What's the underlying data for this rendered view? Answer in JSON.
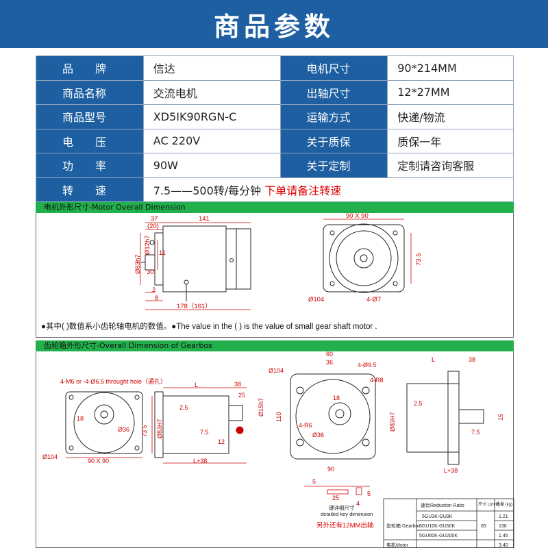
{
  "header": {
    "title": "商品参数"
  },
  "specs": [
    {
      "l1": "品　　牌",
      "v1": "信达",
      "l2": "电机尺寸",
      "v2": "90*214MM"
    },
    {
      "l1": "商品名称",
      "v1": "交流电机",
      "l2": "出轴尺寸",
      "v2": "12*27MM"
    },
    {
      "l1": "商品型号",
      "v1": "XD5IK90RGN-C",
      "l2": "运输方式",
      "v2": "快递/物流"
    },
    {
      "l1": "电　　压",
      "v1": "AC 220V",
      "l2": "关于质保",
      "v2": "质保一年"
    },
    {
      "l1": "功　　率",
      "v1": "90W",
      "l2": "关于定制",
      "v2": "定制请咨询客服"
    }
  ],
  "speed": {
    "label": "转　　速",
    "value": "7.5——500转/每分钟",
    "note": "下单请备注转速"
  },
  "section1": {
    "title": "电机外形尺寸-Motor  Overall  Dimension",
    "dims": {
      "d37": "37",
      "d141": "141",
      "d20": "(20)",
      "d12h7": "Ø12h7",
      "d11": "11",
      "d83h7": "Ø83h7",
      "d30": "30",
      "d2": "2",
      "d8": "8",
      "d178": "178（161）",
      "d90x90": "90 X 90",
      "d735": "73.5",
      "d104": "Ø104",
      "d4phi7": "4-Ø7"
    },
    "note": "●其中( )数值系小齿轮轴电机的数值。●The value in the ( ) is the value of small gear shaft motor ."
  },
  "section2": {
    "title": "齿轮箱外形尺寸-Overall  Dimension  of  Gearbox",
    "dims": {
      "holes": "4-M6 or -4-Ø6.5 throught hole（通孔）",
      "L": "L",
      "d38": "38",
      "d25": "25",
      "d15h7": "Ø15h7",
      "d25b": "2.5",
      "d18": "18",
      "d36": "Ø36",
      "d735": "73.5",
      "d83h7": "Ø83H7",
      "d75": "7.5",
      "d12": "12",
      "d104": "Ø104",
      "d90x90": "90 X 90",
      "dL38": "L+38",
      "d60": "60",
      "dc36": "36",
      "d4phi95": "4-Ø9.5",
      "d4r8": "4-R8",
      "d110": "110",
      "d4r6": "4-R6",
      "d90": "90",
      "dr38": "38",
      "d15": "15",
      "d5": "5",
      "d4": "4",
      "keyLabel": "键详细尺寸",
      "keyLabelEn": "detailed key dimension",
      "extra": "另外还有12MM出轴"
    }
  },
  "ratio_table": {
    "headers": {
      "ratio": "速比Reduction Ratio",
      "size": "尺寸 L(mm)",
      "weight": "质量 (kg)"
    },
    "group": "齿轮箱 Gearbox",
    "rows": [
      {
        "ratio": "5GU3K-GU9K",
        "weight": "1.21"
      },
      {
        "ratio": "5GU10K-GU50K",
        "weight": "130"
      },
      {
        "ratio": "5GU60K-GU200K",
        "weight": "1.45"
      }
    ],
    "size": "65",
    "motor": {
      "label": "电机Motor",
      "weight": "3.40"
    }
  }
}
